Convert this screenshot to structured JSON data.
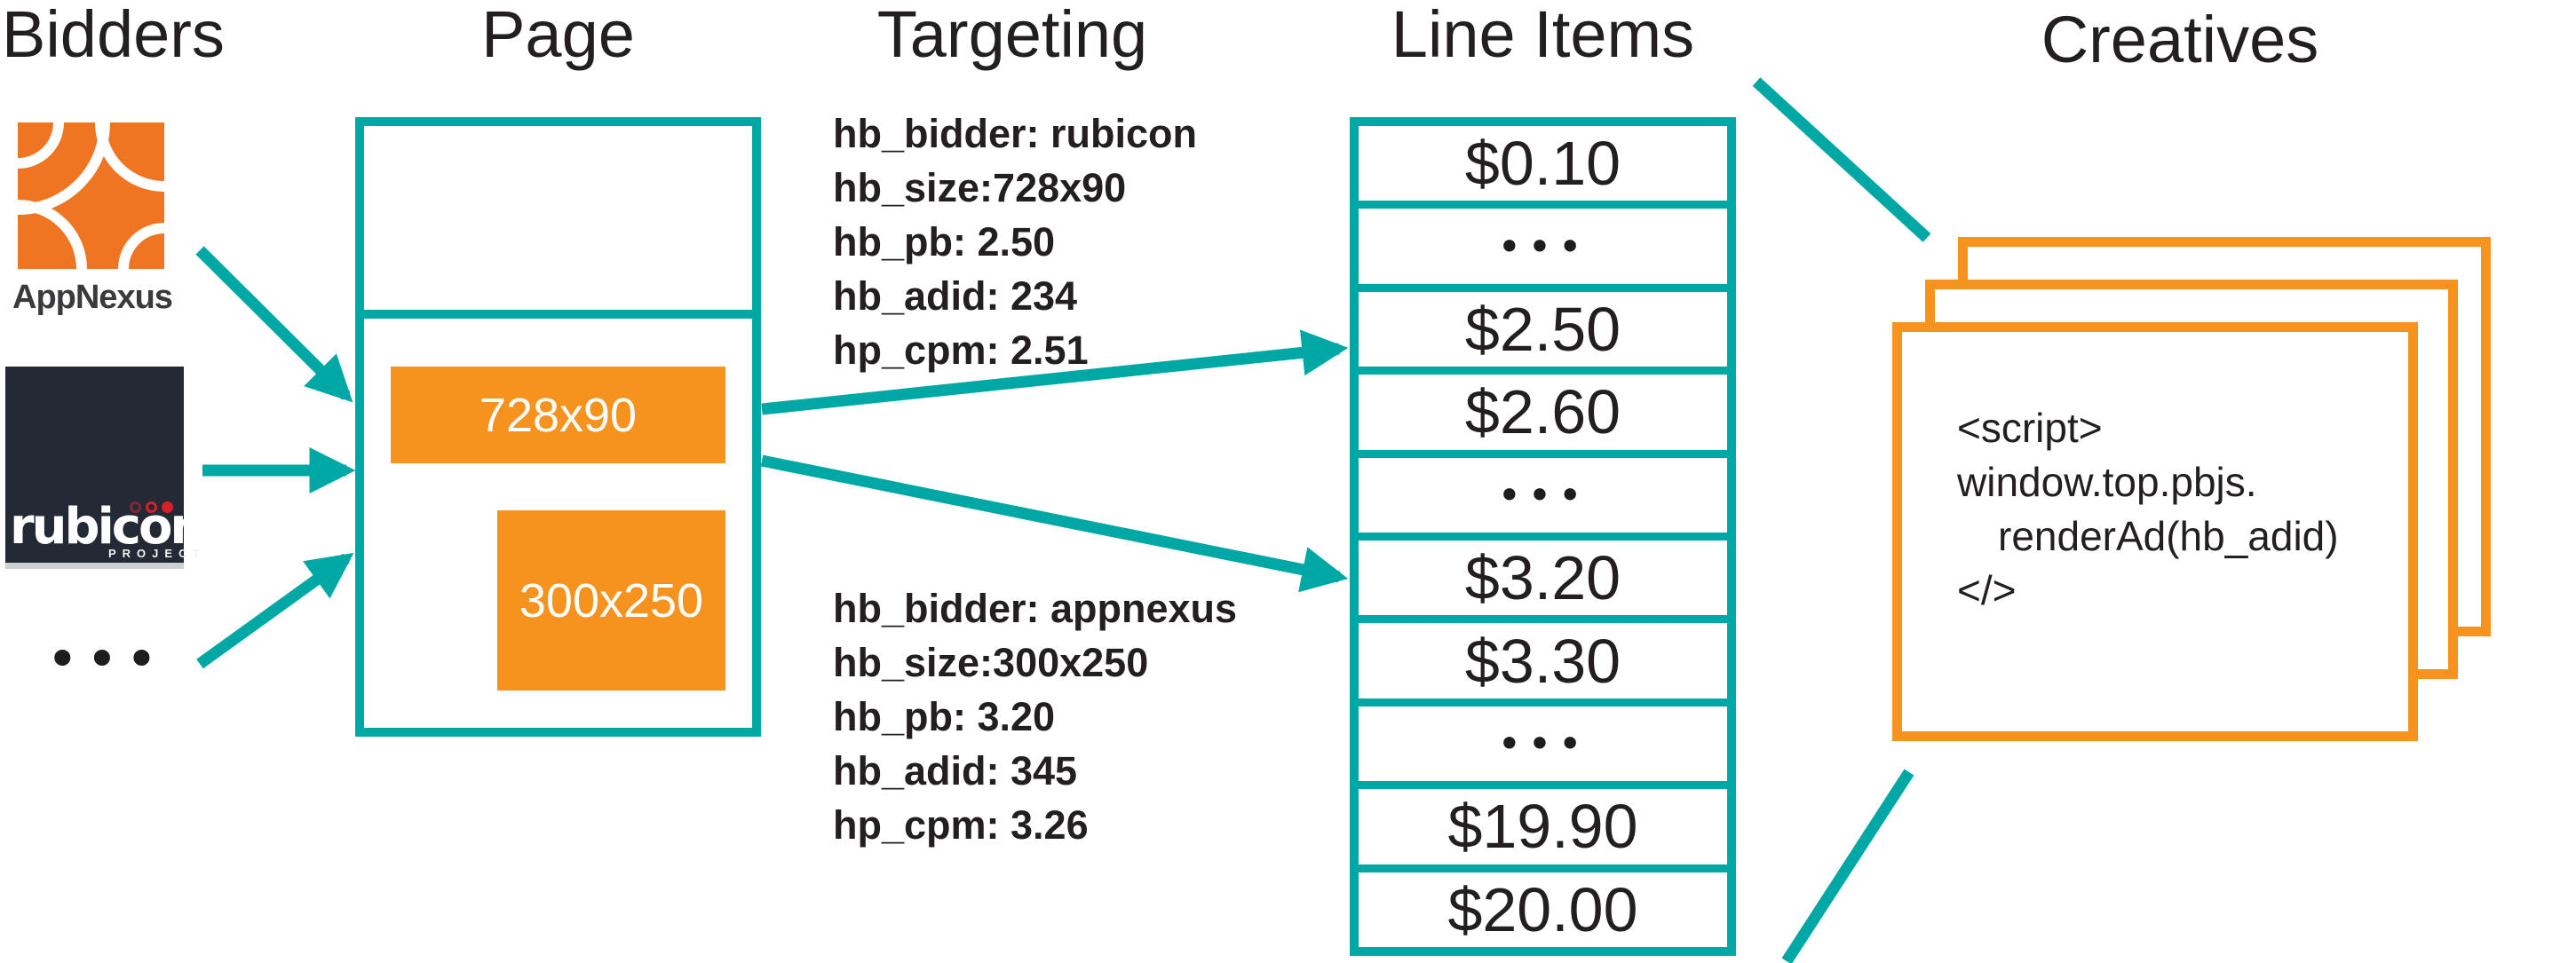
{
  "columns": {
    "bidders": "Bidders",
    "page": "Page",
    "targeting": "Targeting",
    "line_items": "Line Items",
    "creatives": "Creatives"
  },
  "bidders": {
    "appnexus_label": "AppNexus",
    "rubicon_word": "rubicon",
    "rubicon_reg": "®",
    "rubicon_sub": "PROJECT",
    "ellipsis": "•••"
  },
  "page": {
    "ad_slots": [
      {
        "label": "728x90"
      },
      {
        "label": "300x250"
      }
    ]
  },
  "targeting": {
    "rubicon_block": [
      "hb_bidder: rubicon",
      "hb_size:728x90",
      "hb_pb: 2.50",
      "hb_adid: 234",
      "hp_cpm: 2.51"
    ],
    "appnexus_block": [
      "hb_bidder: appnexus",
      "hb_size:300x250",
      "hb_pb: 3.20",
      "hb_adid: 345",
      "hp_cpm: 3.26"
    ]
  },
  "line_items": {
    "rows": [
      "$0.10",
      "•••",
      "$2.50",
      "$2.60",
      "•••",
      "$3.20",
      "$3.30",
      "•••",
      "$19.90",
      "$20.00"
    ]
  },
  "creatives": {
    "code_lines": [
      "<script>",
      "window.top.pbjs.",
      "renderAd(hb_adid)",
      "</>"
    ]
  },
  "colors": {
    "teal": "#00a8a5",
    "orange": "#f6921e",
    "appnexus_orange": "#ef7522",
    "rubicon_bg": "#242936",
    "rubicon_red": "#d62127",
    "text": "#231f20"
  }
}
